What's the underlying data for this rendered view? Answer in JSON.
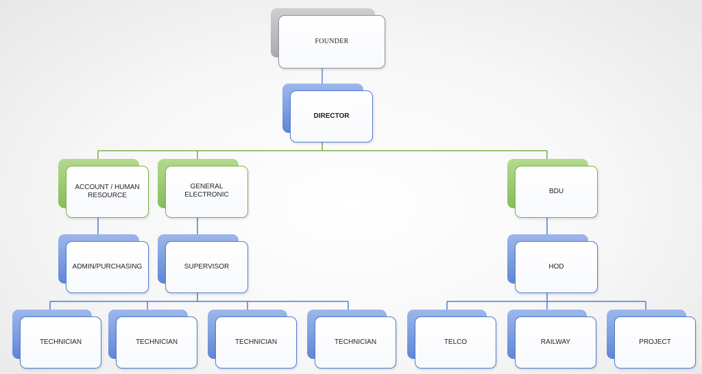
{
  "org_chart": {
    "founder": "FOUNDER",
    "director": "DIRECTOR",
    "account_hr": "ACCOUNT / HUMAN RESOURCE",
    "general_electronic": "GENERAL ELECTRONIC",
    "bdu": "BDU",
    "admin_purchasing": "ADMIN/PURCHASING",
    "supervisor": "SUPERVISOR",
    "hod": "HOD",
    "technicians": [
      "TECHNICIAN",
      "TECHNICIAN",
      "TECHNICIAN",
      "TECHNICIAN"
    ],
    "hod_units": [
      "TELCO",
      "RAILWAY",
      "PROJECT"
    ]
  },
  "colors": {
    "gray": "#8f9196",
    "blue": "#4e7bd2",
    "green": "#7db24c"
  }
}
